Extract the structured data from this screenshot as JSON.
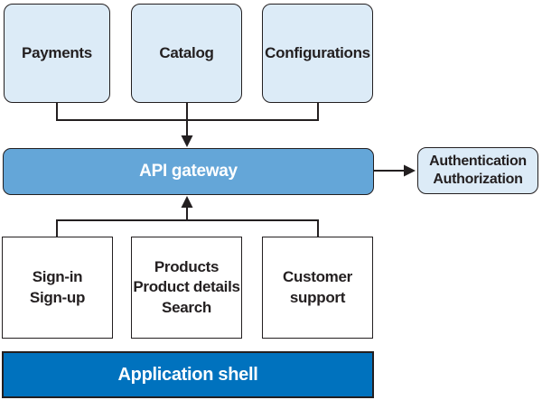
{
  "colors": {
    "light_blue": "#dcebf7",
    "mid_blue": "#64a6d8",
    "dark_blue": "#0072be",
    "line": "#231f20",
    "text_dark": "#231f20",
    "text_light": "#ffffff"
  },
  "top_services": [
    {
      "label": "Payments"
    },
    {
      "label": "Catalog"
    },
    {
      "label": "Configurations"
    }
  ],
  "api_gateway": {
    "label": "API gateway"
  },
  "auth_box": {
    "line1": "Authentication",
    "line2": "Authorization"
  },
  "micro_frontends": [
    {
      "line1": "Sign-in",
      "line2": "Sign-up",
      "line3": ""
    },
    {
      "line1": "Products",
      "line2": "Product details",
      "line3": "Search"
    },
    {
      "line1": "Customer",
      "line2": "support",
      "line3": ""
    }
  ],
  "app_shell": {
    "label": "Application shell"
  }
}
